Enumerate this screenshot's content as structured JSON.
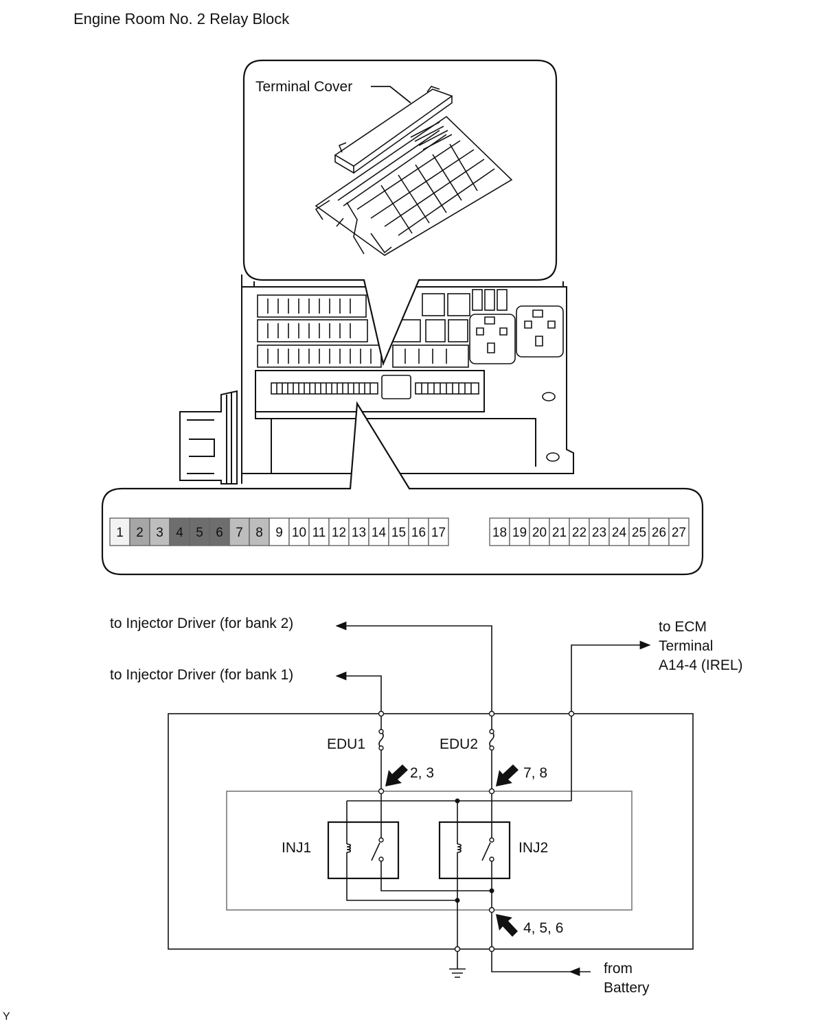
{
  "title": "Engine Room No. 2 Relay Block",
  "callout_label": "Terminal Cover",
  "connector": {
    "left_pins": [
      "1",
      "2",
      "3",
      "4",
      "5",
      "6",
      "7",
      "8",
      "9",
      "10",
      "11",
      "12",
      "13",
      "14",
      "15",
      "16",
      "17"
    ],
    "right_pins": [
      "18",
      "19",
      "20",
      "21",
      "22",
      "23",
      "24",
      "25",
      "26",
      "27"
    ],
    "shading": {
      "1": "#f2f2f2",
      "2": "#a6a6a6",
      "3": "#bdbdbd",
      "4": "#6e6e6e",
      "5": "#6e6e6e",
      "6": "#6e6e6e",
      "7": "#bdbdbd",
      "8": "#bdbdbd"
    }
  },
  "circuit": {
    "to_bank2": "to Injector Driver (for bank 2)",
    "to_bank1": "to Injector Driver (for bank 1)",
    "to_ecm_line1": "to ECM",
    "to_ecm_line2": "Terminal",
    "to_ecm_line3": "A14-4 (IREL)",
    "fuse1": "EDU1",
    "fuse2": "EDU2",
    "pins_23": "2, 3",
    "pins_78": "7, 8",
    "pins_456": "4, 5, 6",
    "relay1": "INJ1",
    "relay2": "INJ2",
    "from_battery_line1": "from",
    "from_battery_line2": "Battery"
  },
  "corner_mark": "Y"
}
